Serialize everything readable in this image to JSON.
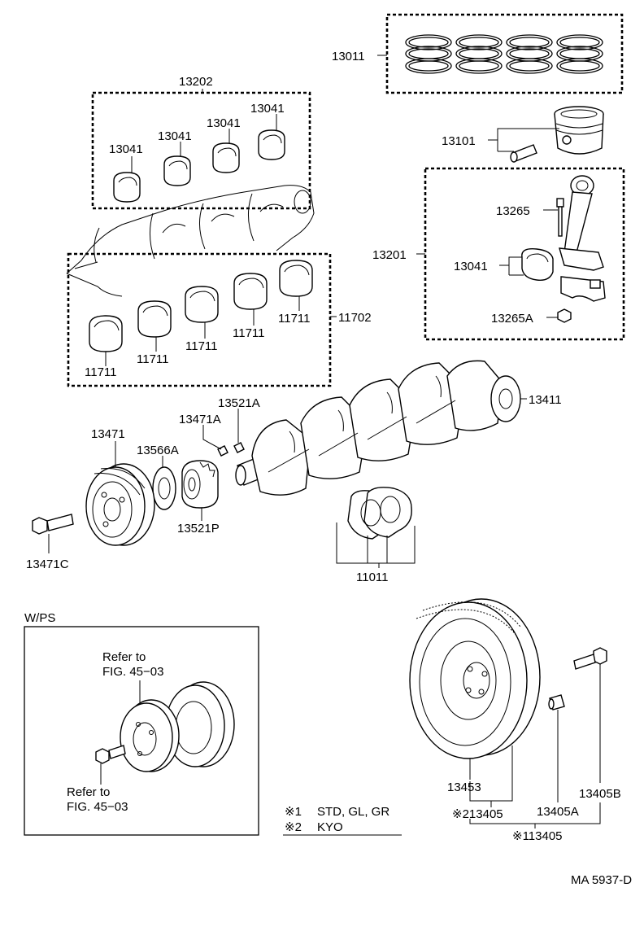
{
  "labels": {
    "rings": "13011",
    "upper_bearing_set": "13202",
    "conrod_bearing": "13041",
    "piston": "13101",
    "conrod_set": "13201",
    "conrod_bolt": "13265",
    "conrod_nut": "13265A",
    "main_bearing_set": "11702",
    "main_bearing": "11711",
    "crankshaft": "13411",
    "pulley": "13471",
    "oil_seal_plate": "13566A",
    "key_a": "13471A",
    "key_b": "13521A",
    "timing_gear": "13521P",
    "pulley_bolt": "13471C",
    "thrust_washer": "11011",
    "wps": "W/PS",
    "refer_to": "Refer to",
    "fig_ref": "FIG. 45−03",
    "flywheel": "13453",
    "flywheel_set_2": "※213405",
    "flywheel_pin": "13405A",
    "flywheel_bolt": "13405B",
    "flywheel_set_1": "※113405",
    "diagram_code": "MA 5937-D"
  },
  "legend": [
    {
      "mark": "※1",
      "text": "STD, GL, GR"
    },
    {
      "mark": "※2",
      "text": "KYO"
    }
  ]
}
